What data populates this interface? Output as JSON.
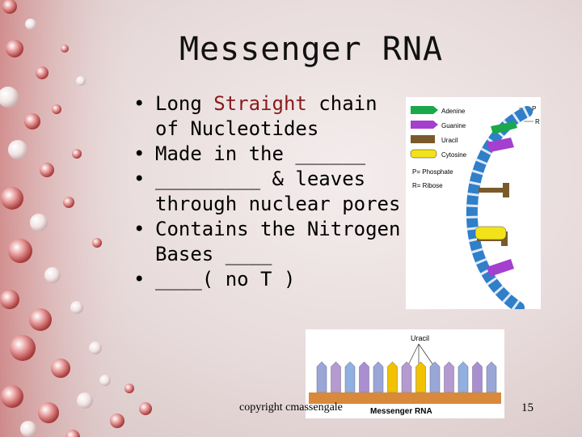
{
  "slide": {
    "title": "Messenger RNA",
    "bullets": [
      {
        "parts": [
          "Long ",
          "Straight",
          " chain of Nucleotides"
        ]
      },
      {
        "text": "Made in the ______"
      },
      {
        "text": "_________ & leaves through nuclear pores"
      },
      {
        "text": "Contains the Nitrogen Bases ____"
      },
      {
        "text": "____( no T )"
      }
    ],
    "highlight_color": "#8b1a1a",
    "footer": {
      "copyright": "copyright cmassengale",
      "page_number": "15"
    }
  },
  "dna_figure": {
    "legend": [
      {
        "label": "Adenine",
        "color": "#1aa84a"
      },
      {
        "label": "Guanine",
        "color": "#a43fd0"
      },
      {
        "label": "Uracil",
        "color": "#7a5a2a"
      },
      {
        "label": "Cytosine",
        "color": "#f2e21a"
      }
    ],
    "key_phosphate": "P= Phosphate",
    "key_ribose": "R= Ribose",
    "side_label_p": "P",
    "side_label_r": "R"
  },
  "mrna_figure": {
    "uracil_label": "Uracil",
    "caption": "Messenger RNA"
  }
}
